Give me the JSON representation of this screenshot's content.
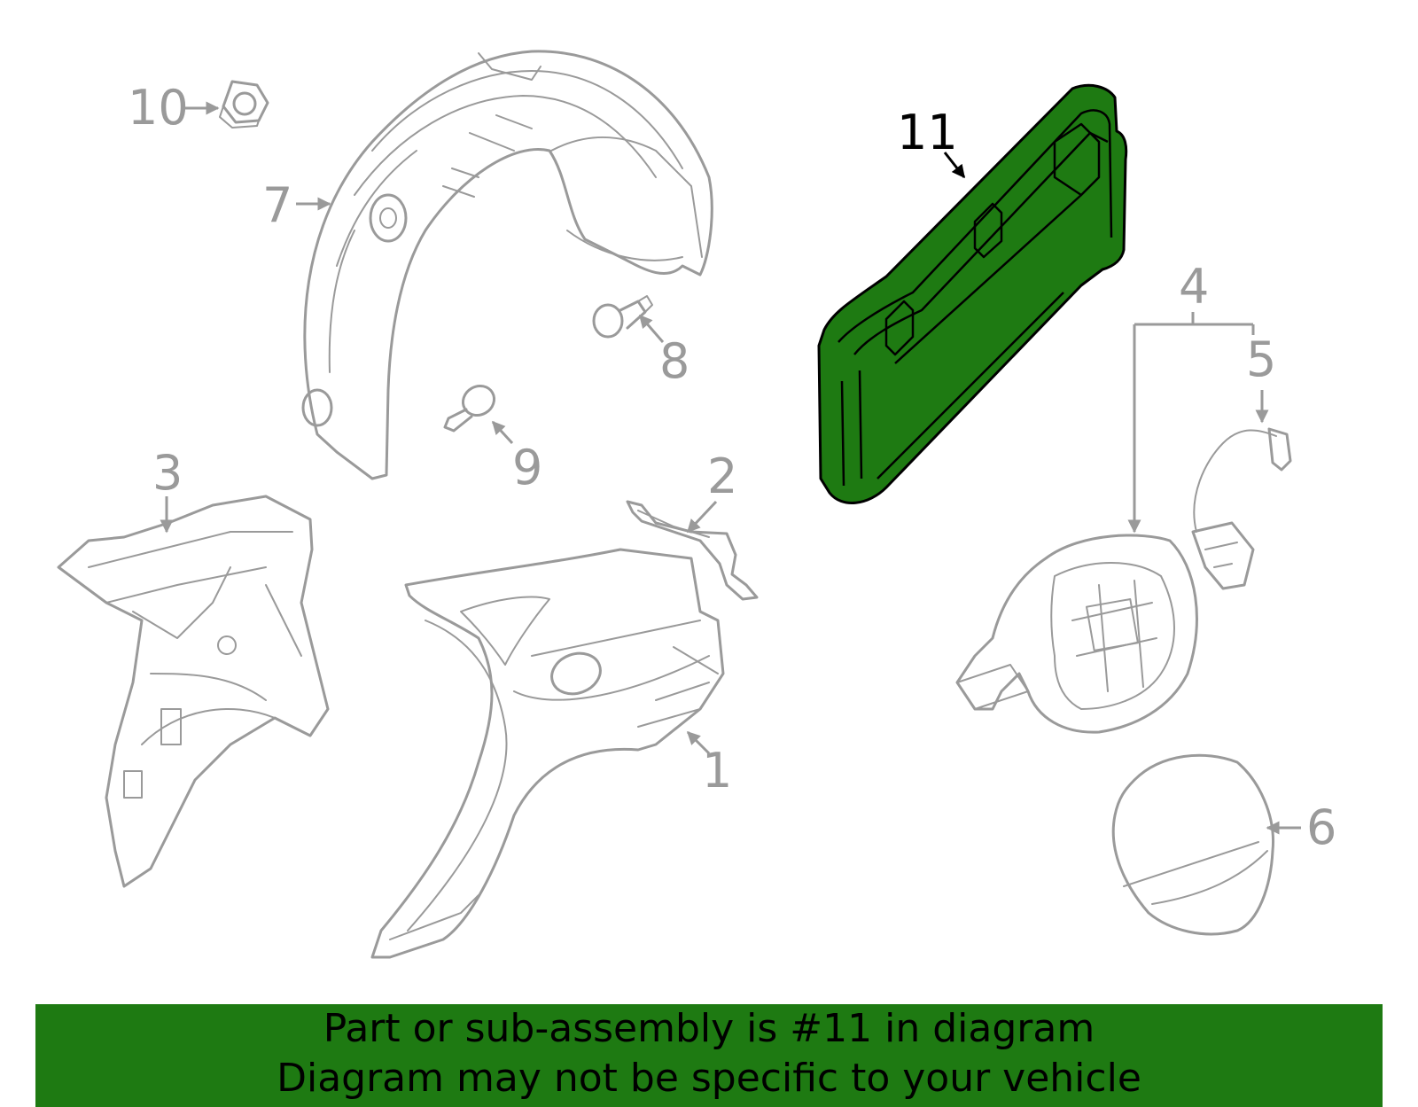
{
  "diagram": {
    "callouts": {
      "c1": "1",
      "c2": "2",
      "c3": "3",
      "c4": "4",
      "c5": "5",
      "c6": "6",
      "c7": "7",
      "c8": "8",
      "c9": "9",
      "c10": "10",
      "c11": "11"
    },
    "highlighted_part": "11",
    "colors": {
      "highlight": "#1e7a12",
      "line_art": "#9a9a9a",
      "highlight_outline": "#000000"
    }
  },
  "footer": {
    "line1": "Part or sub-assembly is #11 in diagram",
    "line2": "Diagram may not be specific to your vehicle"
  }
}
